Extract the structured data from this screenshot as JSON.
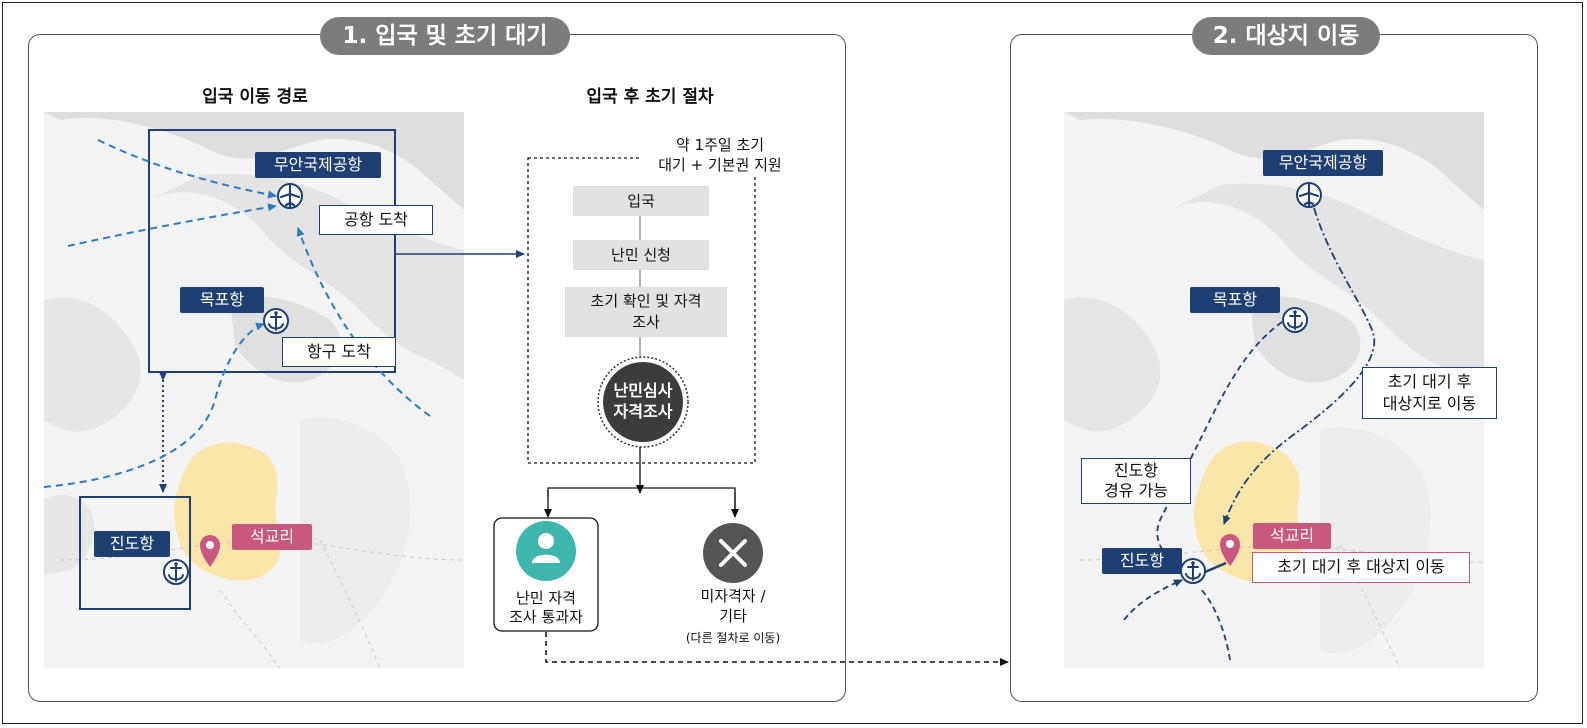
{
  "sections": {
    "s1_title": "1. 입국 및 초기 대기",
    "s2_title": "2. 대상지 이동"
  },
  "panel1": {
    "route_heading": "입국 이동 경로",
    "procedure_heading": "입국 후 초기 절차",
    "airport_label": "무안국제공항",
    "mokpo_label": "목포항",
    "jindo_label": "진도항",
    "seokgyo_label": "석교리",
    "airport_arrival": "공항 도착",
    "port_arrival": "항구 도착"
  },
  "procedure": {
    "note_line1": "약 1주일 초기",
    "note_line2": "대기 + 기본권 지원",
    "step1": "입국",
    "step2": "난민 신청",
    "step3_line1": "초기 확인 및 자격",
    "step3_line2": "조사",
    "review_line1": "난민심사",
    "review_line2": "자격조사",
    "passed_line1": "난민 자격",
    "passed_line2": "조사 통과자",
    "failed_line1": "미자격자 /",
    "failed_line2": "기타",
    "failed_note": "(다른 절차로 이동)"
  },
  "panel2": {
    "airport_label": "무안국제공항",
    "mokpo_label": "목포항",
    "jindo_label": "진도항",
    "seokgyo_label": "석교리",
    "move_note_line1": "초기 대기 후",
    "move_note_line2": "대상지로 이동",
    "jindo_note_line1": "진도항",
    "jindo_note_line2": "경유 가능",
    "dest_note": "초기 대기 후 대상지 이동"
  },
  "colors": {
    "navy": "#1d3f72",
    "route_blue": "#2b7bc4",
    "pink": "#c9587f",
    "teal": "#3fb6ad",
    "dark_gray": "#555555",
    "tab_gray": "#7c7c7c",
    "island_yellow": "#fbe6a9"
  },
  "icons": {
    "airport": "airplane-icon",
    "port": "anchor-icon",
    "location": "map-pin-icon",
    "passed": "person-icon",
    "failed": "x-icon"
  }
}
